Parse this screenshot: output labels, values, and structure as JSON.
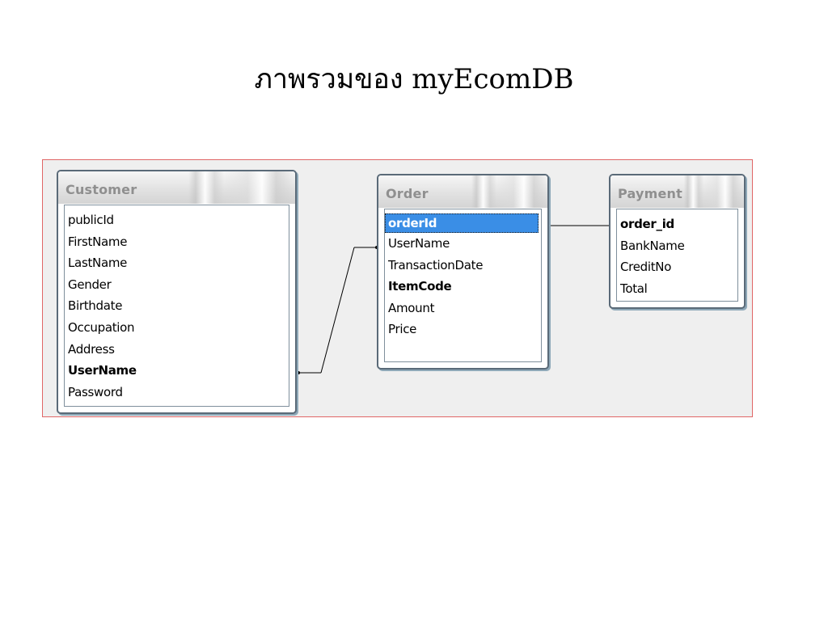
{
  "slide": {
    "title": "ภาพรวมของ myEcomDB"
  },
  "diagram": {
    "tables": [
      {
        "name": "Customer",
        "fields": [
          "publicId",
          "FirstName",
          "LastName",
          "Gender",
          "Birthdate",
          "Occupation",
          "Address",
          "UserName",
          "Password"
        ],
        "key_fields": [
          "UserName"
        ]
      },
      {
        "name": "Order",
        "fields": [
          "orderId",
          "UserName",
          "TransactionDate",
          "ItemCode",
          "Amount",
          "Price"
        ],
        "key_fields": [
          "orderId",
          "ItemCode"
        ],
        "selected_field": "orderId"
      },
      {
        "name": "Payment",
        "fields": [
          "order_id",
          "BankName",
          "CreditNo",
          "Total"
        ],
        "key_fields": [
          "order_id"
        ]
      }
    ],
    "relationships": [
      {
        "from": "Customer.UserName",
        "to": "Order.UserName"
      },
      {
        "from": "Order.orderId",
        "to": "Payment.order_id"
      }
    ],
    "colors": {
      "frame_border": "#e06666",
      "frame_background": "#efefef",
      "selection": "#3a8ee6",
      "title_gray": "#8f8f8f"
    }
  }
}
